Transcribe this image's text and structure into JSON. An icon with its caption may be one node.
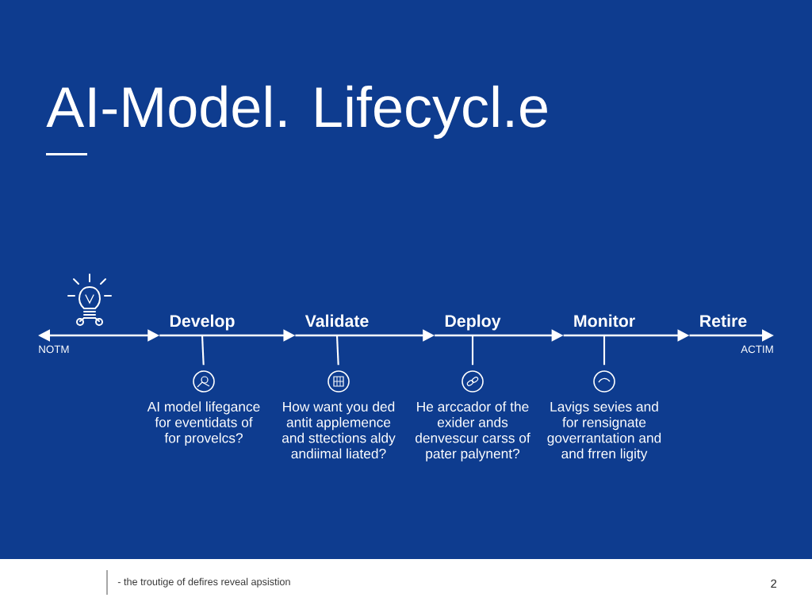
{
  "diagram": {
    "title": "AI-Model. Lifecycl.e",
    "nodes": [
      {
        "text": [
          "NOTM"
        ]
      },
      {
        "text": [
          "Develop"
        ]
      },
      {
        "text": [
          "Validate"
        ]
      },
      {
        "text": [
          "Deploy"
        ]
      },
      {
        "text": [
          "Monitor"
        ]
      },
      {
        "text": [
          "Retire"
        ]
      },
      {
        "text": [
          "ACTIM"
        ]
      },
      {
        "text": [],
        "shape": "circle",
        "beside": [
          "AI model lifegance for eventidats of for provelcs?"
        ]
      },
      {
        "text": [],
        "shape": "circle",
        "beside": [
          "How want you ded antit applemence and sttections aldy andiimal liated?"
        ]
      },
      {
        "text": [],
        "shape": "circle",
        "beside": [
          "He arccador of the exider ands denvescur carss of pater palynent?"
        ]
      },
      {
        "text": [],
        "shape": "circle",
        "beside": [
          "Lavigs sevies and for rensignate goverrantation and and frren ligity"
        ]
      }
    ],
    "edges": [
      {
        "from": 0,
        "to": 1,
        "arrow": "both"
      },
      {
        "from": 1,
        "to": 2,
        "arrow": "to"
      },
      {
        "from": 2,
        "to": 3,
        "arrow": "to"
      },
      {
        "from": 3,
        "to": 4,
        "arrow": "to"
      },
      {
        "from": 4,
        "to": 5,
        "arrow": "to"
      },
      {
        "from": 5,
        "to": 6,
        "arrow": "to"
      },
      {
        "from": 1,
        "to": 7,
        "arrow": "none"
      },
      {
        "from": 2,
        "to": 8,
        "arrow": "none"
      },
      {
        "from": 3,
        "to": 9,
        "arrow": "none"
      },
      {
        "from": 4,
        "to": 10,
        "arrow": "none"
      }
    ],
    "labels": [
      "- the troutige of defires reveal apsistion",
      "2"
    ]
  }
}
